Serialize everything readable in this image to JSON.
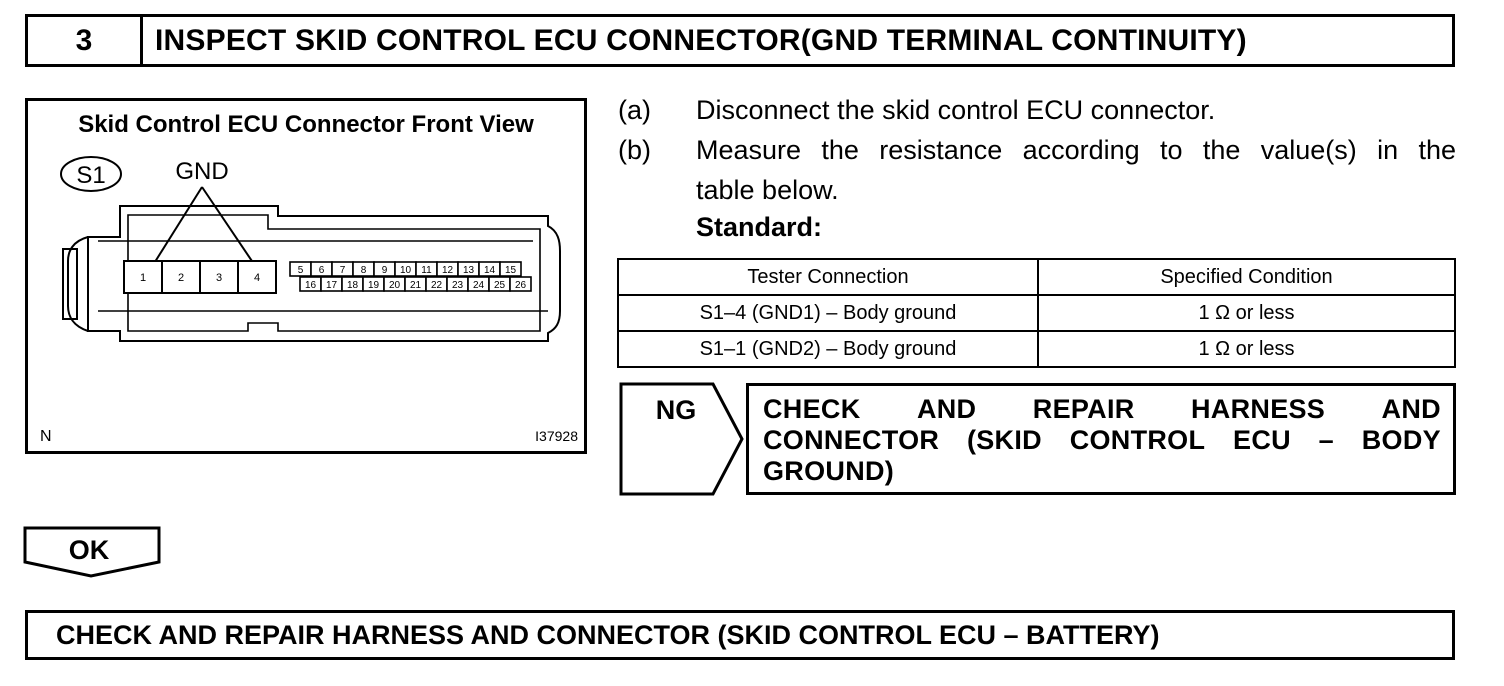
{
  "step": {
    "number": "3",
    "title": "INSPECT SKID CONTROL ECU CONNECTOR(GND TERMINAL CONTINUITY)"
  },
  "diagram": {
    "title": "Skid Control ECU Connector Front View",
    "connector_label": "S1",
    "gnd_label": "GND",
    "terminals_large": [
      "1",
      "2",
      "3",
      "4"
    ],
    "terminals_top_row": [
      "5",
      "6",
      "7",
      "8",
      "9",
      "10",
      "11",
      "12",
      "13",
      "14",
      "15"
    ],
    "terminals_bottom_row": [
      "16",
      "17",
      "18",
      "19",
      "20",
      "21",
      "22",
      "23",
      "24",
      "25",
      "26"
    ],
    "corner_left": "N",
    "figure_id": "I37928"
  },
  "instructions": [
    {
      "letter": "(a)",
      "text": "Disconnect the skid control ECU connector."
    },
    {
      "letter": "(b)",
      "text_line1": "Measure the resistance according to the value(s) in the",
      "text_line2": "table below."
    }
  ],
  "standard_label": "Standard:",
  "spec_table": {
    "headers": [
      "Tester Connection",
      "Specified Condition"
    ],
    "rows": [
      [
        "S1–4 (GND1) – Body ground",
        "1 Ω or less"
      ],
      [
        "S1–1 (GND2) – Body ground",
        "1 Ω or less"
      ]
    ]
  },
  "ng": {
    "label": "NG",
    "line1": [
      "CHECK",
      "AND",
      "REPAIR",
      "HARNESS",
      "AND"
    ],
    "line2": [
      "CONNECTOR",
      "(SKID",
      "CONTROL",
      "ECU",
      "–",
      "BODY"
    ],
    "line3": "GROUND)"
  },
  "ok": {
    "label": "OK"
  },
  "final_action": "CHECK AND REPAIR HARNESS AND CONNECTOR (SKID CONTROL ECU – BATTERY)"
}
